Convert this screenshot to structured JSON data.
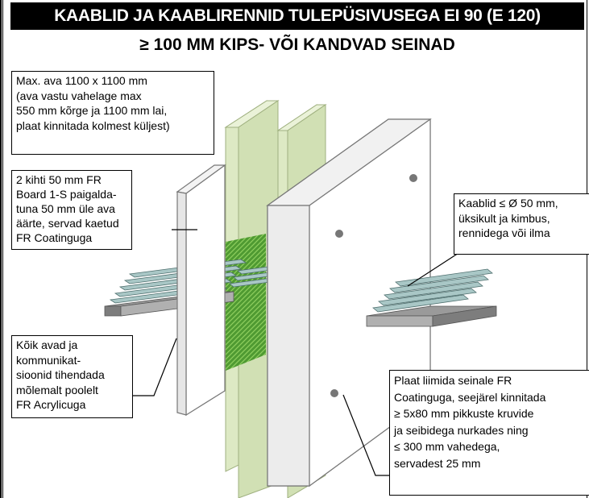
{
  "header": {
    "title": "KAABLID JA KAABLIRENNID TULEPÜSIVUSEGA EI 90 (E 120)",
    "subtitle": "≥ 100 MM KIPS- VÕI KANDVAD SEINAD"
  },
  "callouts": {
    "opening": {
      "lines": [
        "Max. ava 1100 x 1100 mm",
        "(ava vastu vahelage max",
        "550 mm kõrge ja 1100 mm lai,",
        "plaat kinnitada kolmest küljest)"
      ]
    },
    "board": {
      "lines": [
        "2 kihti 50 mm FR",
        "Board 1-S paigalda-",
        "tuna 50 mm üle ava",
        "äärte, servad kaetud",
        "FR Coatinguga"
      ]
    },
    "cables": {
      "lines": [
        "Kaablid ≤ Ø 50 mm,",
        "üksikult ja kimbus,",
        "rennidega või ilma"
      ]
    },
    "sealing": {
      "lines": [
        "Kõik avad ja",
        "kommunikat-",
        "sioonid tihendada",
        "mõlemalt poolelt",
        "FR Acrylicuga"
      ]
    },
    "fixing": {
      "lines": [
        "Plaat liimida seinale FR",
        "Coatinguga, seejärel kinnitada",
        "≥ 5x80 mm pikkuste kruvide",
        "ja seibidega nurkades ning",
        "≤ 300 mm vahedega,",
        "servadest 25 mm"
      ]
    }
  },
  "colors": {
    "wall": "#dde9c4",
    "wall_edge": "#9fb07f",
    "board": "#ffffff",
    "board_edge": "#777777",
    "mineral_wool": "#5aa83a",
    "cable": "#a9c7c6",
    "tray": "#8a8a8a"
  }
}
